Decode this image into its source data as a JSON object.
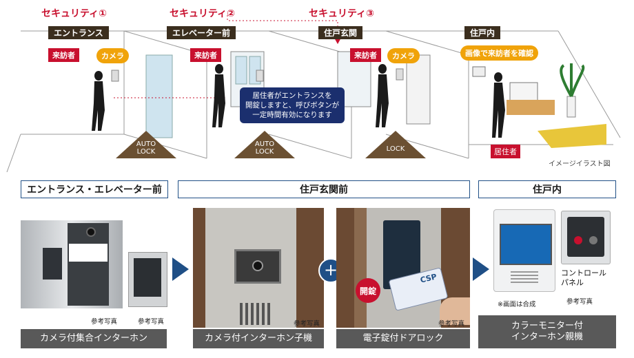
{
  "security_titles": [
    "セキュリティ①",
    "セキュリティ②",
    "セキュリティ③"
  ],
  "area_tags": [
    "エントランス",
    "エレベーター前",
    "住戸玄関",
    "住戸内"
  ],
  "visitor_labels": [
    "来訪者",
    "来訪者",
    "来訪者"
  ],
  "camera_labels": [
    "カメラ",
    "カメラ"
  ],
  "indoor_bubble": "画像で来訪者を確認",
  "lock_labels": [
    "AUTO\nLOCK",
    "AUTO\nLOCK",
    "LOCK"
  ],
  "callout": "居住者がエントランスを\n開錠しますと、呼びボタンが\n一定時間有効になります",
  "resident_label": "居住者",
  "illustration_caption": "イメージイラスト図",
  "section_headers": [
    "エントランス・エレベーター前",
    "住戸玄関前",
    "住戸内"
  ],
  "photo_notes": [
    "参考写真",
    "参考写真",
    "参考写真",
    "参考写真",
    "※画面は合成",
    "参考写真"
  ],
  "product_bars": [
    "カメラ付集合インターホン",
    "カメラ付インターホン子機",
    "電子錠付ドアロック",
    "カラーモニター付\nインターホン親機"
  ],
  "unlock_badge": "開錠",
  "card_brand": "CSP",
  "control_panel_label": "コントロール\nパネル",
  "colors": {
    "accent_red": "#c8102e",
    "navy": "#1f4f86",
    "bar_gray": "#595959",
    "bubble_yellow": "#f0a30a"
  }
}
